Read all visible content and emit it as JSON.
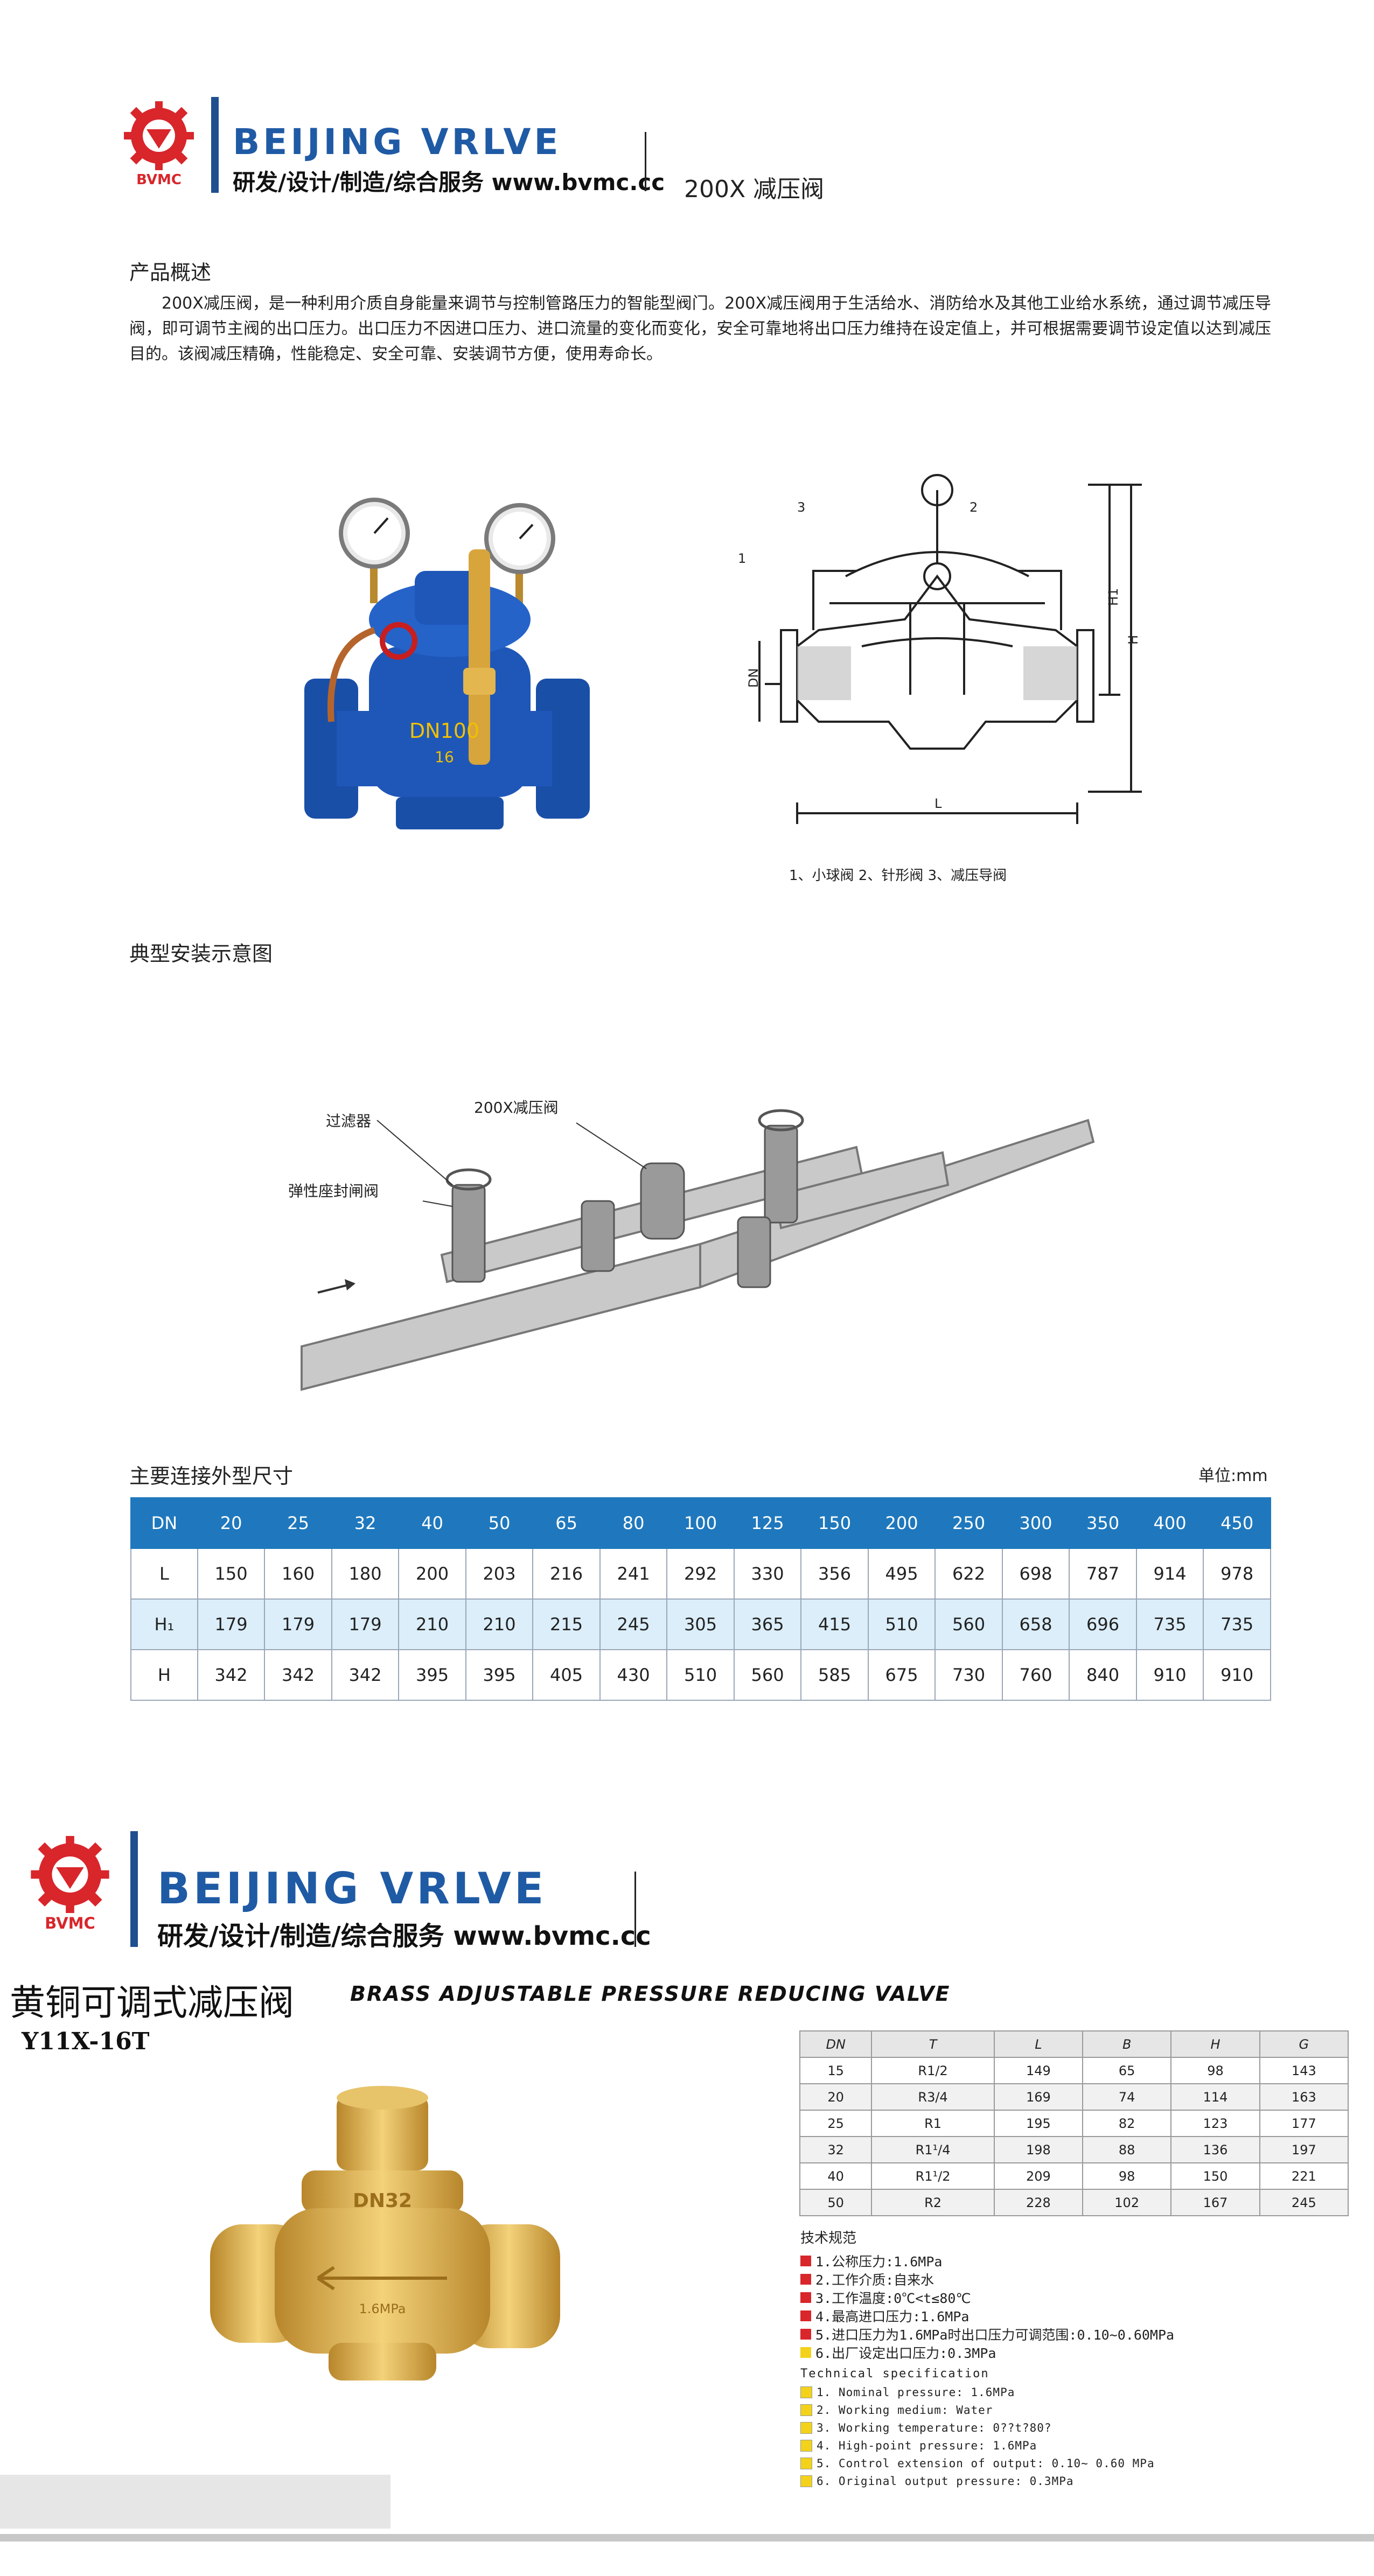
{
  "header1": {
    "brand": "BEIJING VRLVE",
    "logo_text": "BVMC",
    "tagline": "研发/设计/制造/综合服务 www.bvmc.cc",
    "product": "200X 减压阀"
  },
  "overview": {
    "title": "产品概述",
    "body": "200X减压阀，是一种利用介质自身能量来调节与控制管路压力的智能型阀门。200X减压阀用于生活给水、消防给水及其他工业给水系统，通过调节减压导阀，即可调节主阀的出口压力。出口压力不因进口压力、进口流量的变化而变化，安全可靠地将出口压力维持在设定值上，并可根据需要调节设定值以达到减压目的。该阀减压精确，性能稳定、安全可靠、安装调节方便，使用寿命长。"
  },
  "diagram": {
    "legend": "1、小球阀  2、针形阀  3、减压导阀",
    "labels": {
      "n1": "1",
      "n2": "2",
      "n3": "3",
      "dn": "DN",
      "h1": "H1",
      "h": "H",
      "l": "L"
    },
    "photo_marking": "DN100",
    "photo_marking2": "16"
  },
  "install": {
    "title": "典型安装示意图",
    "label_filter": "过滤器",
    "label_valve": "200X减压阀",
    "label_gate": "弹性座封闸阀"
  },
  "dimensions": {
    "title": "主要连接外型尺寸",
    "unit": "单位:mm",
    "header": [
      "DN",
      "20",
      "25",
      "32",
      "40",
      "50",
      "65",
      "80",
      "100",
      "125",
      "150",
      "200",
      "250",
      "300",
      "350",
      "400",
      "450"
    ],
    "rows": [
      [
        "L",
        "150",
        "160",
        "180",
        "200",
        "203",
        "216",
        "241",
        "292",
        "330",
        "356",
        "495",
        "622",
        "698",
        "787",
        "914",
        "978"
      ],
      [
        "H₁",
        "179",
        "179",
        "179",
        "210",
        "210",
        "215",
        "245",
        "305",
        "365",
        "415",
        "510",
        "560",
        "658",
        "696",
        "735",
        "735"
      ],
      [
        "H",
        "342",
        "342",
        "342",
        "395",
        "395",
        "405",
        "430",
        "510",
        "560",
        "585",
        "675",
        "730",
        "760",
        "840",
        "910",
        "910"
      ]
    ]
  },
  "header2": {
    "brand": "BEIJING VRLVE",
    "logo_text": "BVMC",
    "tagline": "研发/设计/制造/综合服务 www.bvmc.cc"
  },
  "brass": {
    "title_cn": "黄铜可调式减压阀",
    "title_en": "BRASS ADJUSTABLE PRESSURE REDUCING VALVE",
    "model": "Y11X-16T",
    "photo_marking": "DN32",
    "photo_marking2": "1.6MPa",
    "spec_header": [
      "DN",
      "T",
      "L",
      "B",
      "H",
      "G"
    ],
    "spec_rows": [
      [
        "15",
        "R1/2",
        "149",
        "65",
        "98",
        "143"
      ],
      [
        "20",
        "R3/4",
        "169",
        "74",
        "114",
        "163"
      ],
      [
        "25",
        "R1",
        "195",
        "82",
        "123",
        "177"
      ],
      [
        "32",
        "R1¹/4",
        "198",
        "88",
        "136",
        "197"
      ],
      [
        "40",
        "R1¹/2",
        "209",
        "98",
        "150",
        "221"
      ],
      [
        "50",
        "R2",
        "228",
        "102",
        "167",
        "245"
      ]
    ],
    "tech_title_cn": "技术规范",
    "tech_cn": [
      "1.公称压力:1.6MPa",
      "2.工作介质:自来水",
      "3.工作温度:0℃<t≤80℃",
      "4.最高进口压力:1.6MPa",
      "5.进口压力为1.6MPa时出口压力可调范围:0.10~0.60MPa",
      "6.出厂设定出口压力:0.3MPa"
    ],
    "tech_title_en": "Technical specification",
    "tech_en": [
      "1. Nominal pressure: 1.6MPa",
      "2. Working medium: Water",
      "3. Working temperature: 0??t?80?",
      "4. High-point pressure: 1.6MPa",
      "5. Control extension of output: 0.10~ 0.60 MPa",
      "6. Original output pressure: 0.3MPa"
    ]
  },
  "colors": {
    "brand_blue": "#1f5aa5",
    "logo_red": "#d8262b",
    "table_head": "#1f78bd",
    "table_alt": "#dbeefa",
    "valve_blue": "#1f57b8",
    "brass": "#e3b650",
    "red_bullet": "#d8262b",
    "yellow_bullet": "#f2d21b"
  }
}
